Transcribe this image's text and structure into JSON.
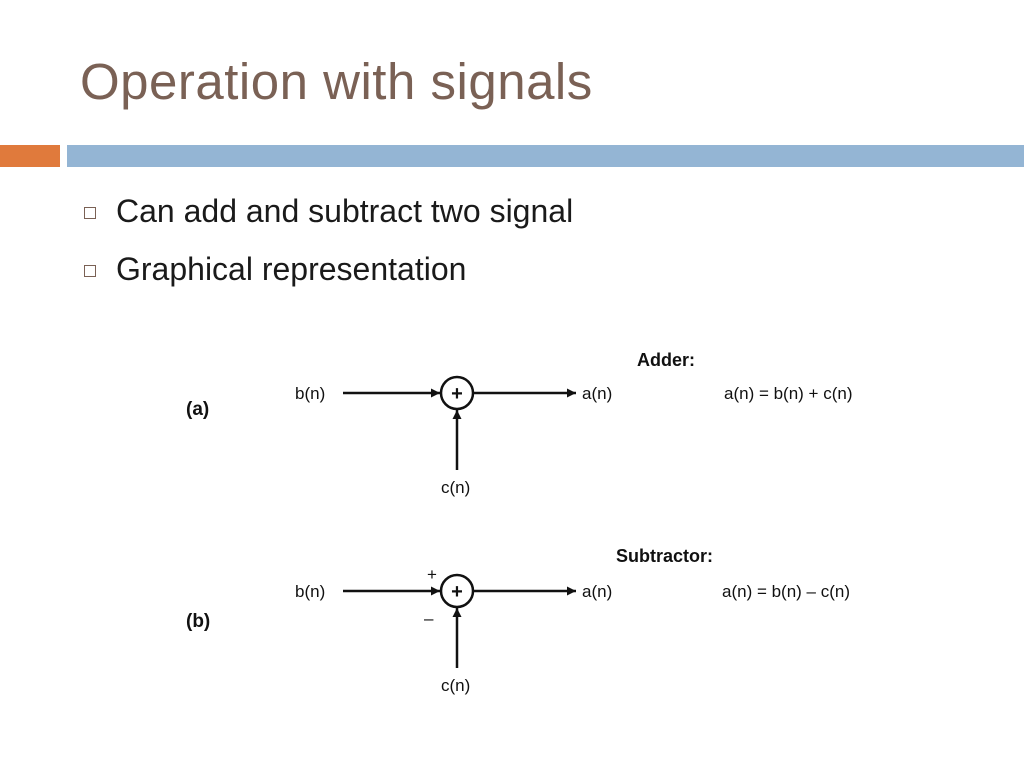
{
  "slide": {
    "title": "Operation with signals",
    "colors": {
      "title": "#7a6155",
      "accent_rule": "#e07a3c",
      "main_rule": "#94b5d4",
      "bullet_marker": "#7a6155"
    },
    "bullets": [
      "Can add and subtract two signal",
      "Graphical representation"
    ]
  },
  "figure": {
    "adder": {
      "part_label": "(a)",
      "heading": "Adder:",
      "input_b": "b(n)",
      "input_c": "c(n)",
      "output": "a(n)",
      "junction_symbol": "+",
      "equation": "a(n) = b(n) + c(n)"
    },
    "subtractor": {
      "part_label": "(b)",
      "heading": "Subtractor:",
      "input_b": "b(n)",
      "input_c": "c(n)",
      "output": "a(n)",
      "junction_symbol": "+",
      "plus_sign": "+",
      "minus_sign": "–",
      "equation": "a(n) = b(n) – c(n)"
    }
  }
}
